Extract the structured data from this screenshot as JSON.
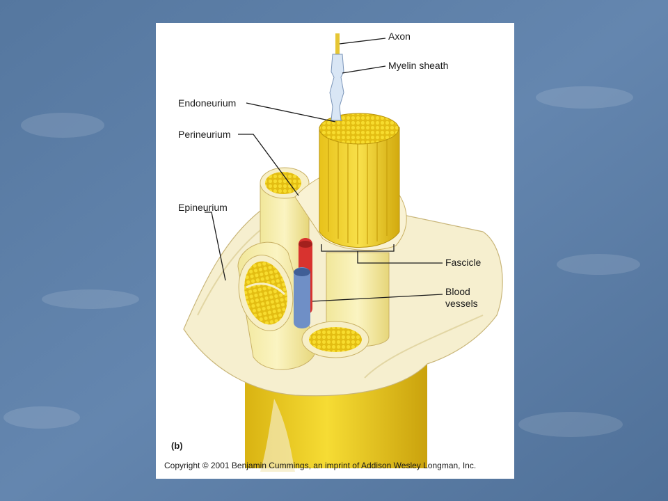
{
  "slide": {
    "background_color": "#5d7fa8"
  },
  "figure": {
    "panel_label": "(b)",
    "copyright": "Copyright © 2001 Benjamin Cummings, an imprint of Addison Wesley Longman, Inc.",
    "labels": {
      "axon": "Axon",
      "myelin_sheath": "Myelin sheath",
      "endoneurium": "Endoneurium",
      "perineurium": "Perineurium",
      "epineurium": "Epineurium",
      "fascicle": "Fascicle",
      "blood_vessels_line1": "Blood",
      "blood_vessels_line2": "vessels"
    },
    "colors": {
      "nerve_yellow": "#f2d323",
      "nerve_dark": "#c9a30a",
      "sheath_cream": "#f4ecc8",
      "artery_red": "#d8332f",
      "vein_blue": "#6f8fc6"
    }
  }
}
